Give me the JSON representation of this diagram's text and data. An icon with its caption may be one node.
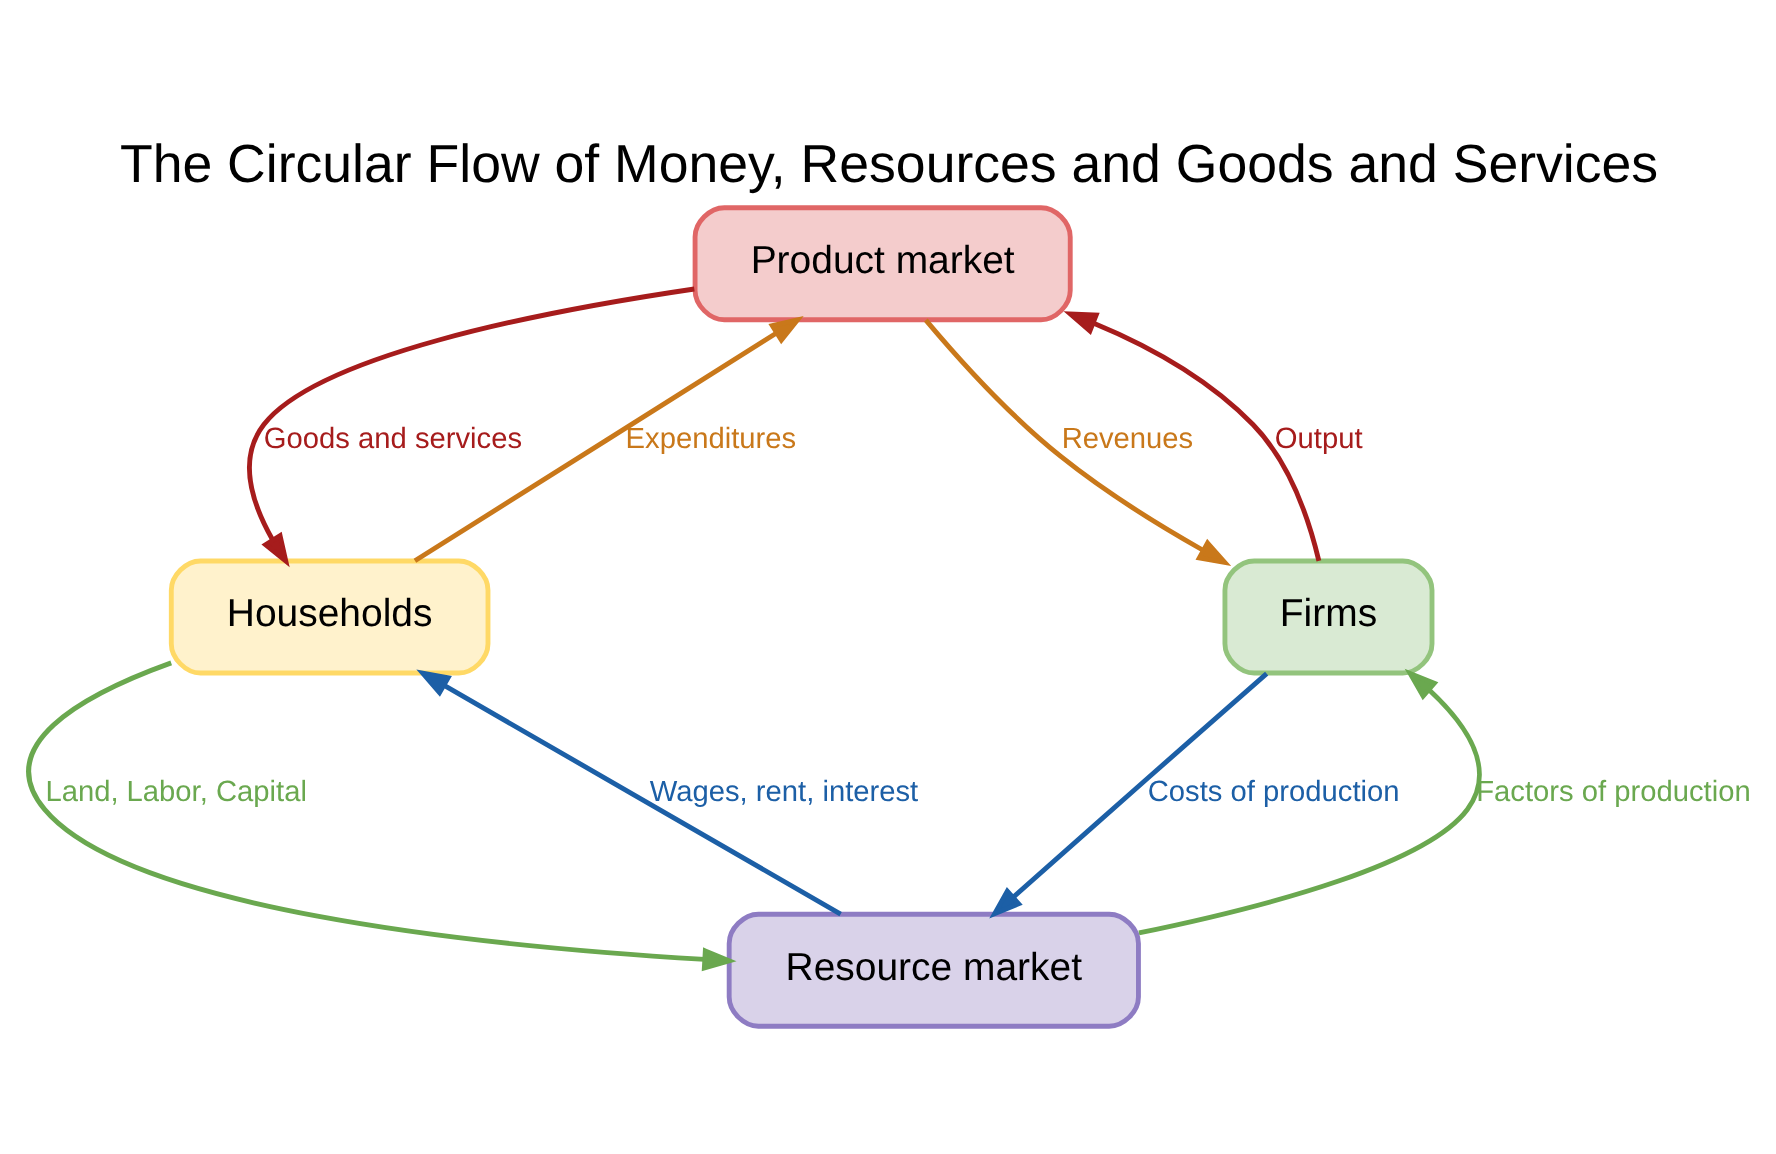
{
  "diagram": {
    "title": "The Circular Flow of Money, Resources and Goods and Services",
    "nodes": [
      {
        "text": [
          "Product market"
        ]
      },
      {
        "text": [
          "Households"
        ]
      },
      {
        "text": [
          "Firms"
        ]
      },
      {
        "text": [
          "Resource market"
        ]
      }
    ],
    "edges": [
      {
        "from": 1,
        "to": 0,
        "arrow": "to",
        "label": "Expenditures",
        "color": "#c9781a"
      },
      {
        "from": 0,
        "to": 1,
        "arrow": "to",
        "label": "Goods and services",
        "color": "#a61c1c"
      },
      {
        "from": 0,
        "to": 2,
        "arrow": "to",
        "label": "Revenues",
        "color": "#c9781a"
      },
      {
        "from": 2,
        "to": 0,
        "arrow": "to",
        "label": "Output",
        "color": "#a61c1c"
      },
      {
        "from": 1,
        "to": 3,
        "arrow": "to",
        "label": "Land, Labor, Capital",
        "color": "#6aa84f"
      },
      {
        "from": 3,
        "to": 1,
        "arrow": "to",
        "label": "Wages, rent, interest",
        "color": "#1c5fa6"
      },
      {
        "from": 3,
        "to": 2,
        "arrow": "to",
        "label": "Factors of production",
        "color": "#6aa84f"
      },
      {
        "from": 2,
        "to": 3,
        "arrow": "to",
        "label": "Costs of production",
        "color": "#1c5fa6"
      }
    ]
  }
}
